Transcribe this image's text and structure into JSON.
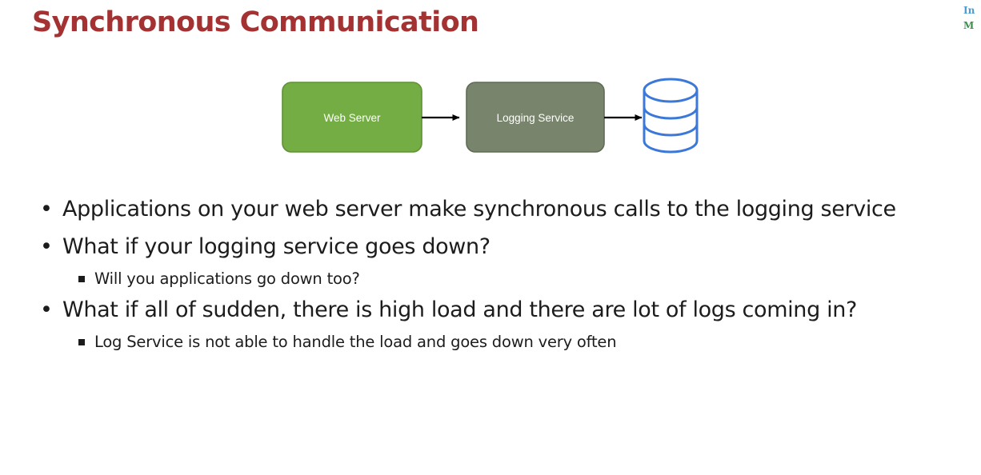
{
  "slide": {
    "title": "Synchronous Communication",
    "background_color": "#ffffff",
    "title_color": "#A43232"
  },
  "corner_note": {
    "line_1": "In",
    "line_2": "M",
    "line_1_color": "#4C9BD1",
    "line_2_color": "#3E8F4E"
  },
  "diagram": {
    "type": "flow",
    "nodes": [
      {
        "id": "web-server",
        "label": "Web Server",
        "shape": "rounded-rect",
        "fill": "#74AD44",
        "stroke": "#5E9235",
        "text_color": "#ffffff"
      },
      {
        "id": "logging-service",
        "label": "Logging Service",
        "shape": "rounded-rect",
        "fill": "#78856C",
        "stroke": "#5F6B55",
        "text_color": "#ffffff"
      },
      {
        "id": "database",
        "label": "",
        "shape": "cylinder",
        "fill": "#ffffff",
        "stroke": "#3B78D8",
        "text_color": "#3B78D8"
      }
    ],
    "edges": [
      {
        "from": "web-server",
        "to": "logging-service",
        "style": "solid-arrow",
        "color": "#000000"
      },
      {
        "from": "logging-service",
        "to": "database",
        "style": "solid-arrow",
        "color": "#000000"
      }
    ]
  },
  "bullets": [
    {
      "level": 1,
      "marker": "•",
      "text": "Applications on your web server make synchronous calls to the logging service",
      "justified": true
    },
    {
      "level": 1,
      "marker": "•",
      "text": "What if your logging service goes down?",
      "justified": false
    },
    {
      "level": 2,
      "marker": "square",
      "text": "Will you applications go down too?"
    },
    {
      "level": 1,
      "marker": "•",
      "text": "What if all of sudden, there is high load and there are lot of logs coming in?",
      "justified": false
    },
    {
      "level": 2,
      "marker": "square",
      "text": "Log Service is not able to handle the load and goes down very often"
    }
  ]
}
